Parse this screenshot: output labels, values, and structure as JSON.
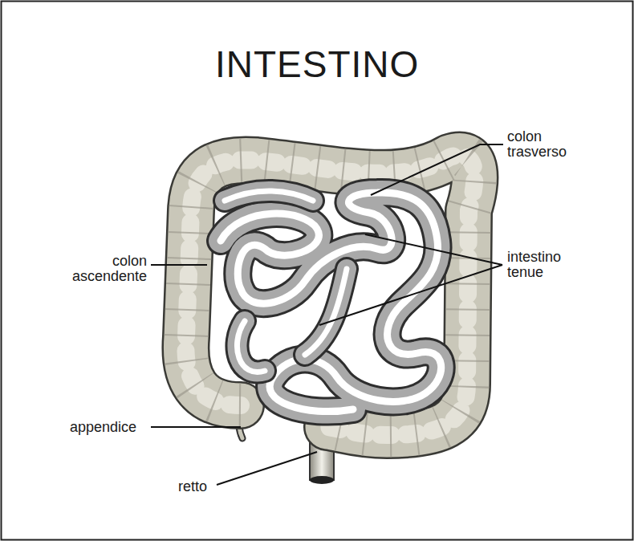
{
  "diagram": {
    "title": "INTESTINO",
    "labels": [
      "colon trasverso",
      "intestino tenue",
      "colon ascendente",
      "appendice",
      "retto"
    ]
  }
}
